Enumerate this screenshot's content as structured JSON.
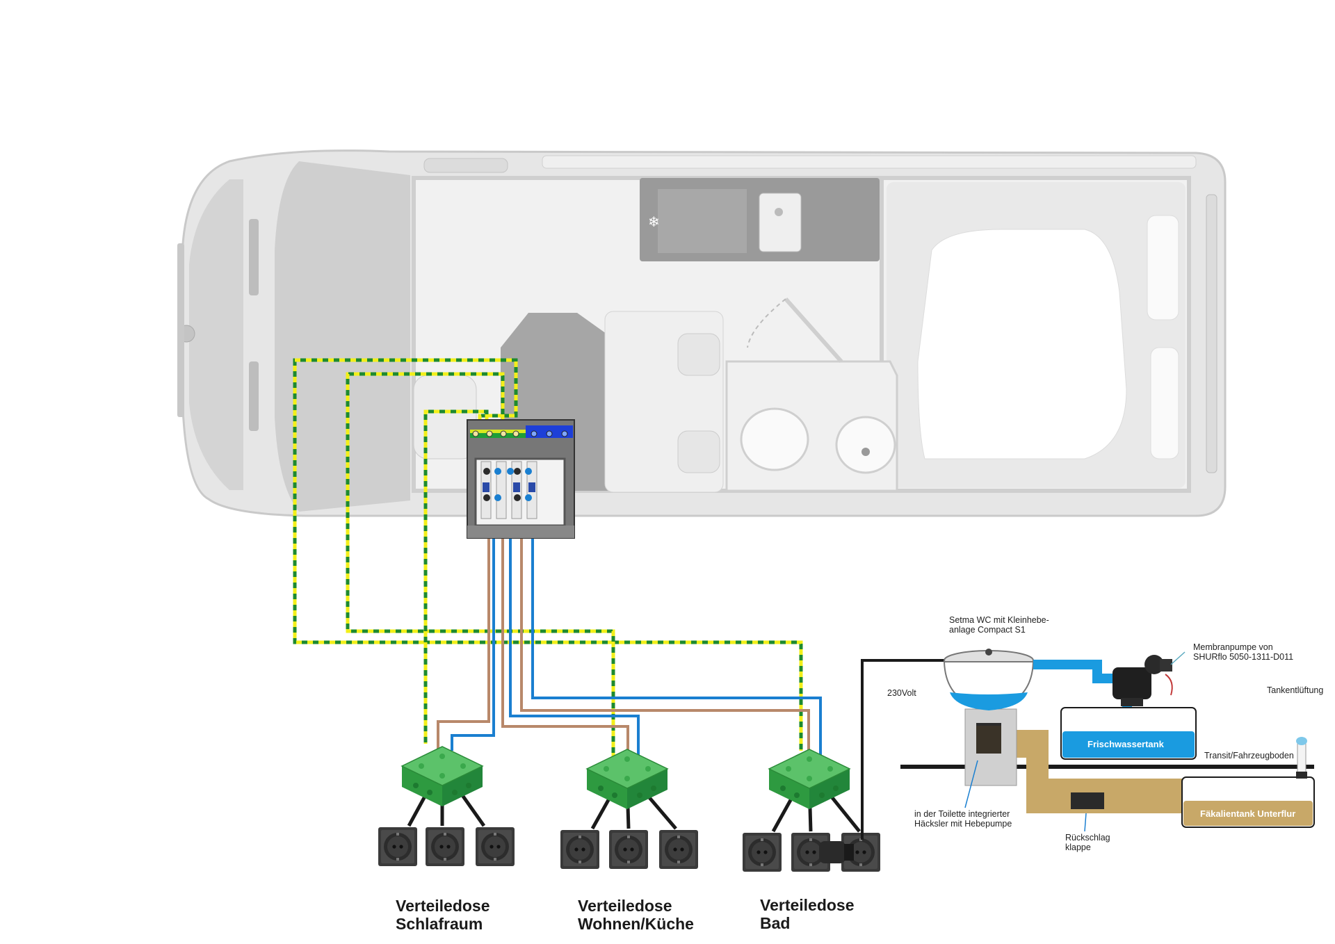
{
  "labels": {
    "setma_wc": [
      "Setma WC mit Kleinhebe-",
      "anlage Compact S1"
    ],
    "membranpumpe": [
      "Membranpumpe von",
      "SHURflo 5050-1311-D011"
    ],
    "tankentlueftung": "Tankentlüftung",
    "volt": "230Volt",
    "frischwassertank": "Frischwassertank",
    "fahrzeugboden": "Transit/Fahrzeugboden",
    "faekalientank": "Fäkalientank Unterflur",
    "haecksler": [
      "in der Toilette integrierter",
      "Häcksler mit Hebepumpe"
    ],
    "rueckschlag": [
      "Rückschlag",
      "klappe"
    ]
  },
  "boxes": [
    {
      "line1": "Verteiledose",
      "line2": "Schlafraum"
    },
    {
      "line1": "Verteiledose",
      "line2": "Wohnen/Küche"
    },
    {
      "line1": "Verteiledose",
      "line2": "Bad"
    }
  ],
  "colors": {
    "earth_green": "#1e8a2e",
    "earth_yellow": "#f2ef1a",
    "neutral_blue": "#1a7fd0",
    "live_brown": "#b8886a",
    "water_blue": "#1a9be0",
    "waste_brown": "#c8a868",
    "junction_green": "#35a847",
    "van_gray": "#d9d9d9"
  },
  "icons": [
    "van-floorplan",
    "snowflake-icon",
    "fuse-box",
    "junction-box",
    "socket-icon",
    "toilet-icon",
    "pump-icon",
    "plug-icon"
  ]
}
